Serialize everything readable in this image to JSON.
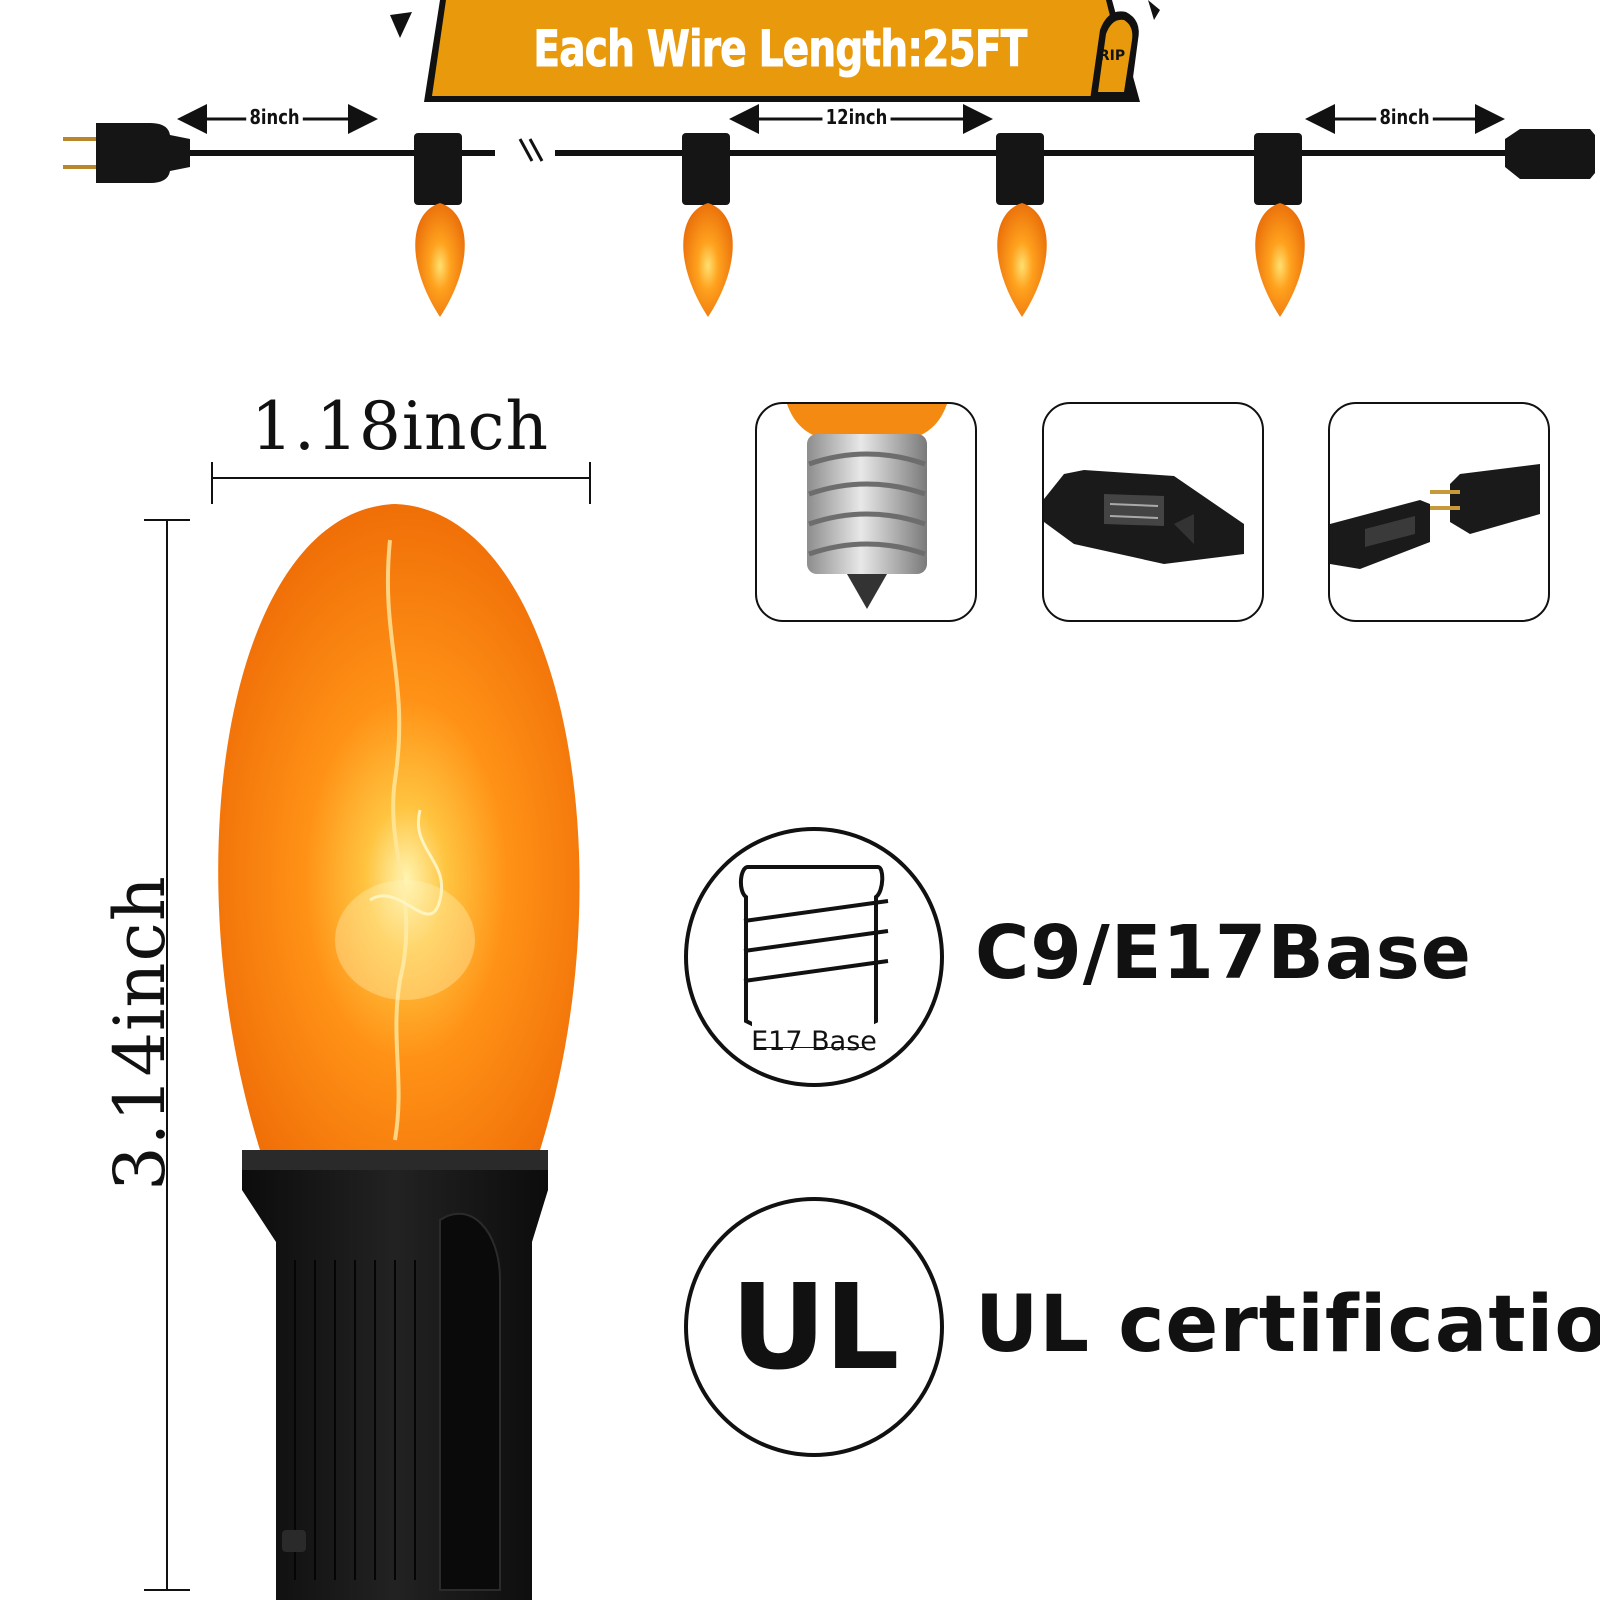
{
  "banner": {
    "text": "Each Wire Length:25FT",
    "color": "#E89A0C"
  },
  "string_diagram": {
    "left_spacing_label": "8inch",
    "middle_spacing_label": "12inch",
    "right_spacing_label": "8inch",
    "break_mark": "\\\\"
  },
  "bulb_dimensions": {
    "width_label": "1.18inch",
    "height_label": "3.14inch"
  },
  "detail_thumbnails": [
    {
      "name": "screw-base-closeup"
    },
    {
      "name": "female-plug-closeup"
    },
    {
      "name": "male-plug-closeup"
    }
  ],
  "features": {
    "base_icon_label": "E17 Base",
    "base_text": "C9/E17Base",
    "ul_mark": "UL",
    "ul_text": "UL certification"
  },
  "colors": {
    "bulb_orange": "#F07A10",
    "bulb_glow": "#FFD24A",
    "socket_black": "#151515"
  }
}
